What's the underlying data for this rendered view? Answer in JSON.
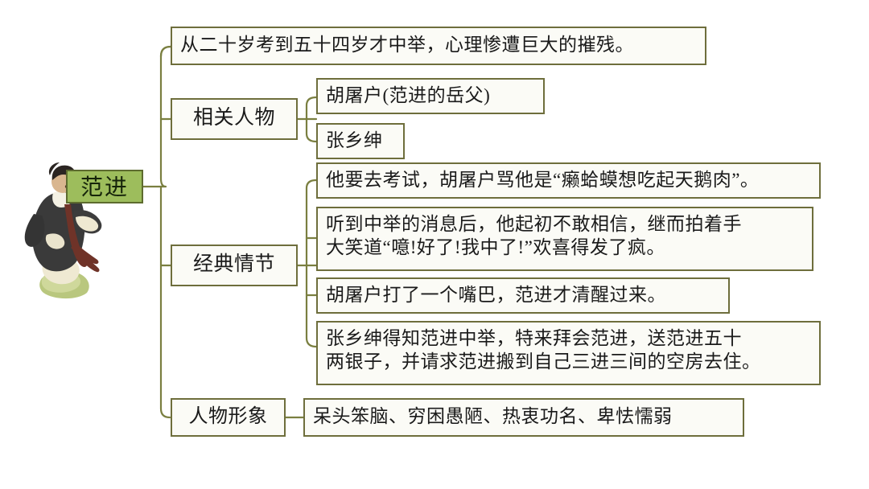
{
  "theme": {
    "root_fill": "#9dbd5c",
    "root_border": "#5d6b2e",
    "node_fill": "#fbfbf6",
    "node_border": "#6e6e3c",
    "line_color": "#7a7f40",
    "text_color": "#1a1a1a",
    "background": "#ffffff"
  },
  "root": {
    "label": "范进",
    "illustration_name": "fan-jin-portrait"
  },
  "branches": [
    {
      "id": "experience",
      "label": "从二十岁考到五十四岁才中举，心理惨遭巨大的摧残。",
      "type": "leaf",
      "children": []
    },
    {
      "id": "related-people",
      "label": "相关人物",
      "type": "node",
      "children": [
        {
          "id": "hu-tuhu",
          "label": "胡屠户(范进的岳父)"
        },
        {
          "id": "zhang-xiangshen",
          "label": "张乡绅"
        }
      ]
    },
    {
      "id": "classic-plots",
      "label": "经典情节",
      "type": "node",
      "children": [
        {
          "id": "plot-1",
          "label": "他要去考试，胡屠户骂他是“癞蛤蟆想吃起天鹅肉”。"
        },
        {
          "id": "plot-2",
          "label": "听到中举的消息后，他起初不敢相信，继而拍着手\n大笑道“噫!好了!我中了!”欢喜得发了疯。"
        },
        {
          "id": "plot-3",
          "label": "胡屠户打了一个嘴巴，范进才清醒过来。"
        },
        {
          "id": "plot-4",
          "label": "张乡绅得知范进中举，特来拜会范进，送范进五十\n两银子，并请求范进搬到自己三进三间的空房去住。"
        }
      ]
    },
    {
      "id": "character-image",
      "label": "人物形象",
      "type": "node",
      "children": [
        {
          "id": "traits",
          "label": "呆头笨脑、穷困愚陋、热衷功名、卑怯懦弱"
        }
      ]
    }
  ]
}
